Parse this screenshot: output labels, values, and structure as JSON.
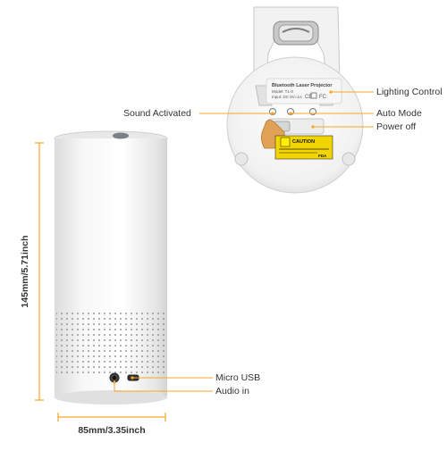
{
  "labels": {
    "lighting_control": "Lighting Control",
    "auto_mode": "Auto Mode",
    "power_off": "Power off",
    "sound_activated": "Sound Activated",
    "micro_usb": "Micro USB",
    "audio_in": "Audio in"
  },
  "dimensions": {
    "height": "145mm/5.71inch",
    "width": "85mm/3.35inch"
  },
  "device_bottom": {
    "title": "Bluetooth Laser Projector",
    "model": "Model: T1-0",
    "input": "Input: DC 5V=1A",
    "caution": "CAUTION",
    "fda": "FDA"
  },
  "colors": {
    "callout_line": "#f5a623",
    "device_white": "#f4f4f4",
    "caution_yellow": "#f2d400"
  }
}
